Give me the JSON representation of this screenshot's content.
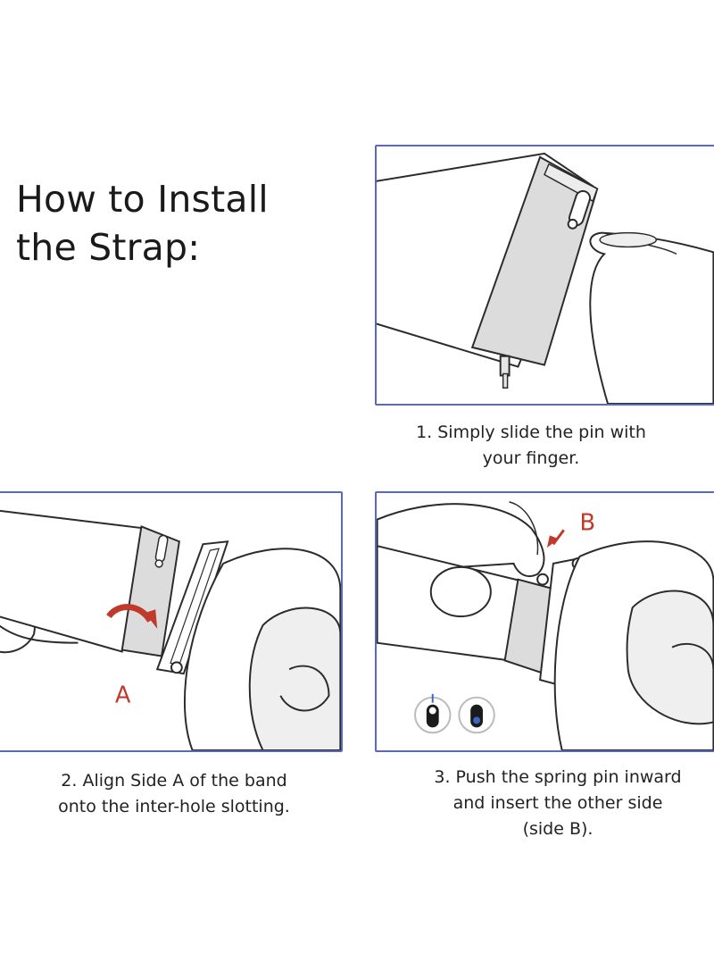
{
  "title": {
    "line1": "How to Install",
    "line2": "the Strap:"
  },
  "steps": [
    {
      "line1": "1. Simply slide the pin with",
      "line2": "your finger."
    },
    {
      "line1": "2. Align Side A of the band",
      "line2": "onto the inter-hole slotting."
    },
    {
      "line1": "3. Push the spring pin inward",
      "line2": "and insert the other side",
      "line3": "(side B)."
    }
  ],
  "labels": {
    "side_a": "A",
    "side_b": "B"
  },
  "colors": {
    "panel_border": "#5a6ab4",
    "label_red": "#c0392b",
    "outline": "#2b2b2b",
    "shade": "#d9d9d9"
  }
}
